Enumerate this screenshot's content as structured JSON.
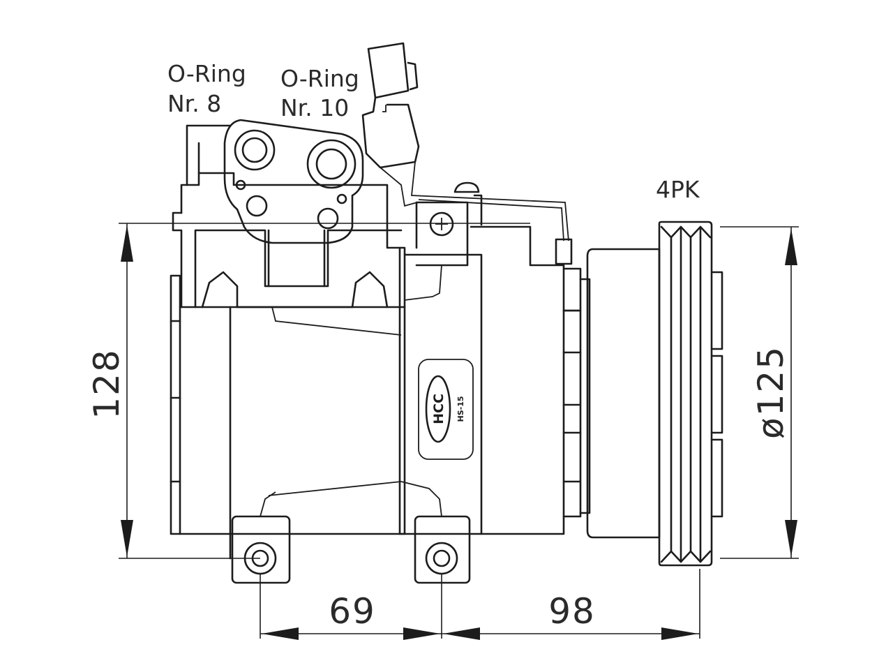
{
  "labels": {
    "oring_8_line1": "O-Ring",
    "oring_8_line2": "Nr. 8",
    "oring_10_line1": "O-Ring",
    "oring_10_line2": "Nr. 10",
    "belt": "4PK"
  },
  "dimensions": {
    "height": "128",
    "diameter": "ø125",
    "mount_spacing": "69",
    "pulley_offset": "98"
  },
  "nameplate": {
    "brand": "HCC",
    "model": "HS-15"
  },
  "colors": {
    "line": "#1c1c1c",
    "background": "#ffffff"
  }
}
